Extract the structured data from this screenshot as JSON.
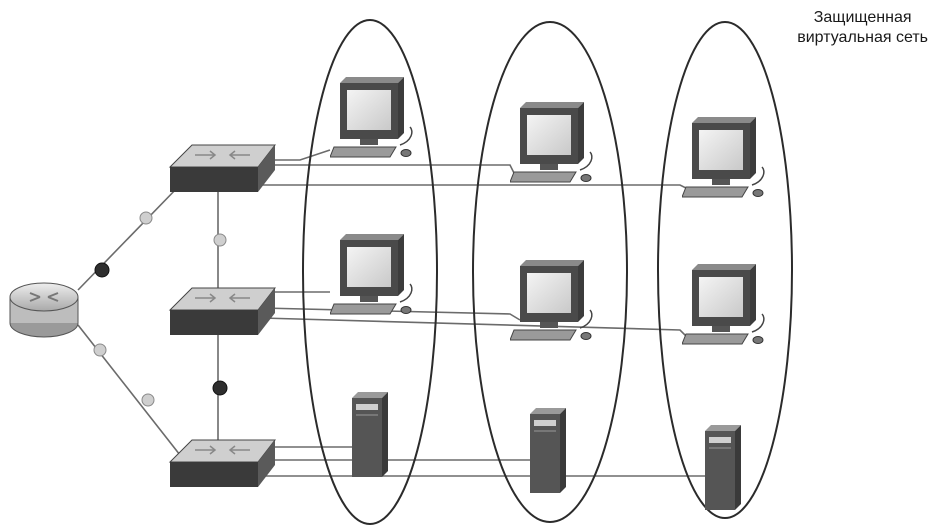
{
  "caption": {
    "line1": "Защищенная",
    "line2": "виртуальная сеть"
  },
  "colors": {
    "cable": "#6b6b6b",
    "ellipse": "#2b2b2b",
    "device_light": "#d8d8d8",
    "device_dark": "#3c3c3c",
    "screen": "#eeeeee",
    "trunk_dot": "#cccccc",
    "link_dot": "#2e2e2e"
  },
  "icons": {
    "router": "router-icon",
    "switch": "switch-icon",
    "workstation": "computer-icon",
    "server": "server-tower-icon"
  },
  "network": {
    "vlan_groups": 3,
    "switches": 3,
    "workstations": 6,
    "servers": 3
  }
}
